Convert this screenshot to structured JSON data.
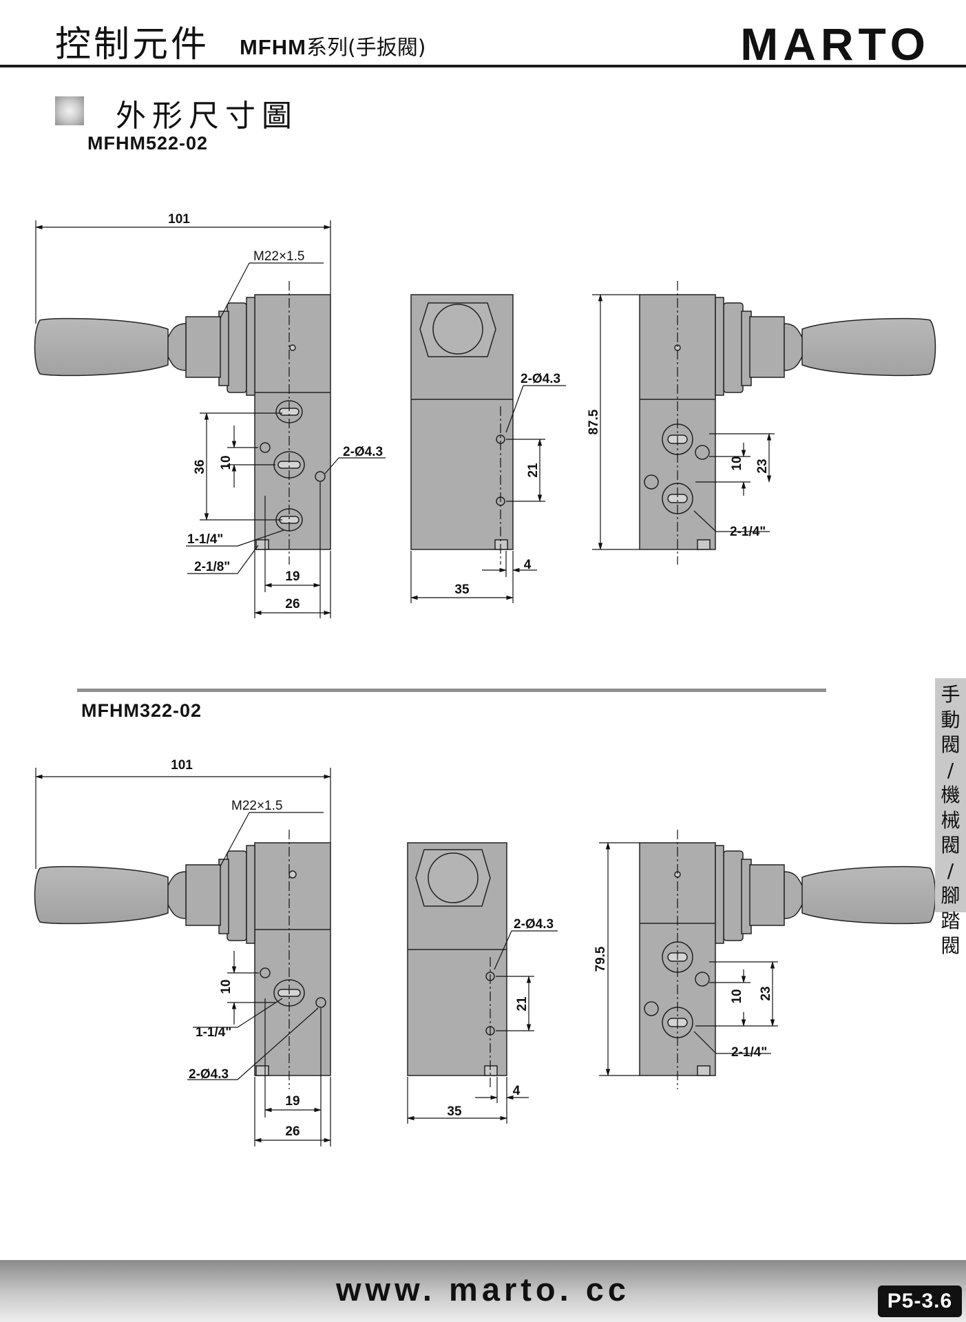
{
  "header": {
    "title": "控制元件",
    "series_code": "MFHM",
    "series_suffix": "系列(手扳閥)",
    "brand": "MARTO"
  },
  "section": {
    "title": "外形尺寸圖"
  },
  "models": [
    {
      "name": "MFHM522-02",
      "dims": {
        "overall_length": "101",
        "thread": "M22×1.5",
        "height_a": "36",
        "height_b": "10",
        "mount_hole_front": "2-Ø4.3",
        "port_a": "1-1/4\"",
        "port_b": "2-1/8\"",
        "width_19": "19",
        "width_26": "26",
        "mount_hole_side": "2-Ø4.3",
        "spacing_21": "21",
        "offset_4": "4",
        "depth_35": "35",
        "total_height": "87.5",
        "rear_10": "10",
        "rear_23": "23",
        "rear_port": "2-1/4\""
      }
    },
    {
      "name": "MFHM322-02",
      "dims": {
        "overall_length": "101",
        "thread": "M22×1.5",
        "height_b": "10",
        "port_a": "1-1/4\"",
        "mount_hole_front": "2-Ø4.3",
        "width_19": "19",
        "width_26": "26",
        "mount_hole_side": "2-Ø4.3",
        "spacing_21": "21",
        "offset_4": "4",
        "depth_35": "35",
        "total_height": "79.5",
        "rear_10": "10",
        "rear_23": "23",
        "rear_port": "2-1/4\""
      }
    }
  ],
  "side_tab": [
    "手",
    "動",
    "閥",
    "/",
    "機",
    "械",
    "閥",
    "/",
    "腳",
    "踏",
    "閥"
  ],
  "footer": {
    "url": "www. marto. cc",
    "page": "P5-3.6"
  }
}
